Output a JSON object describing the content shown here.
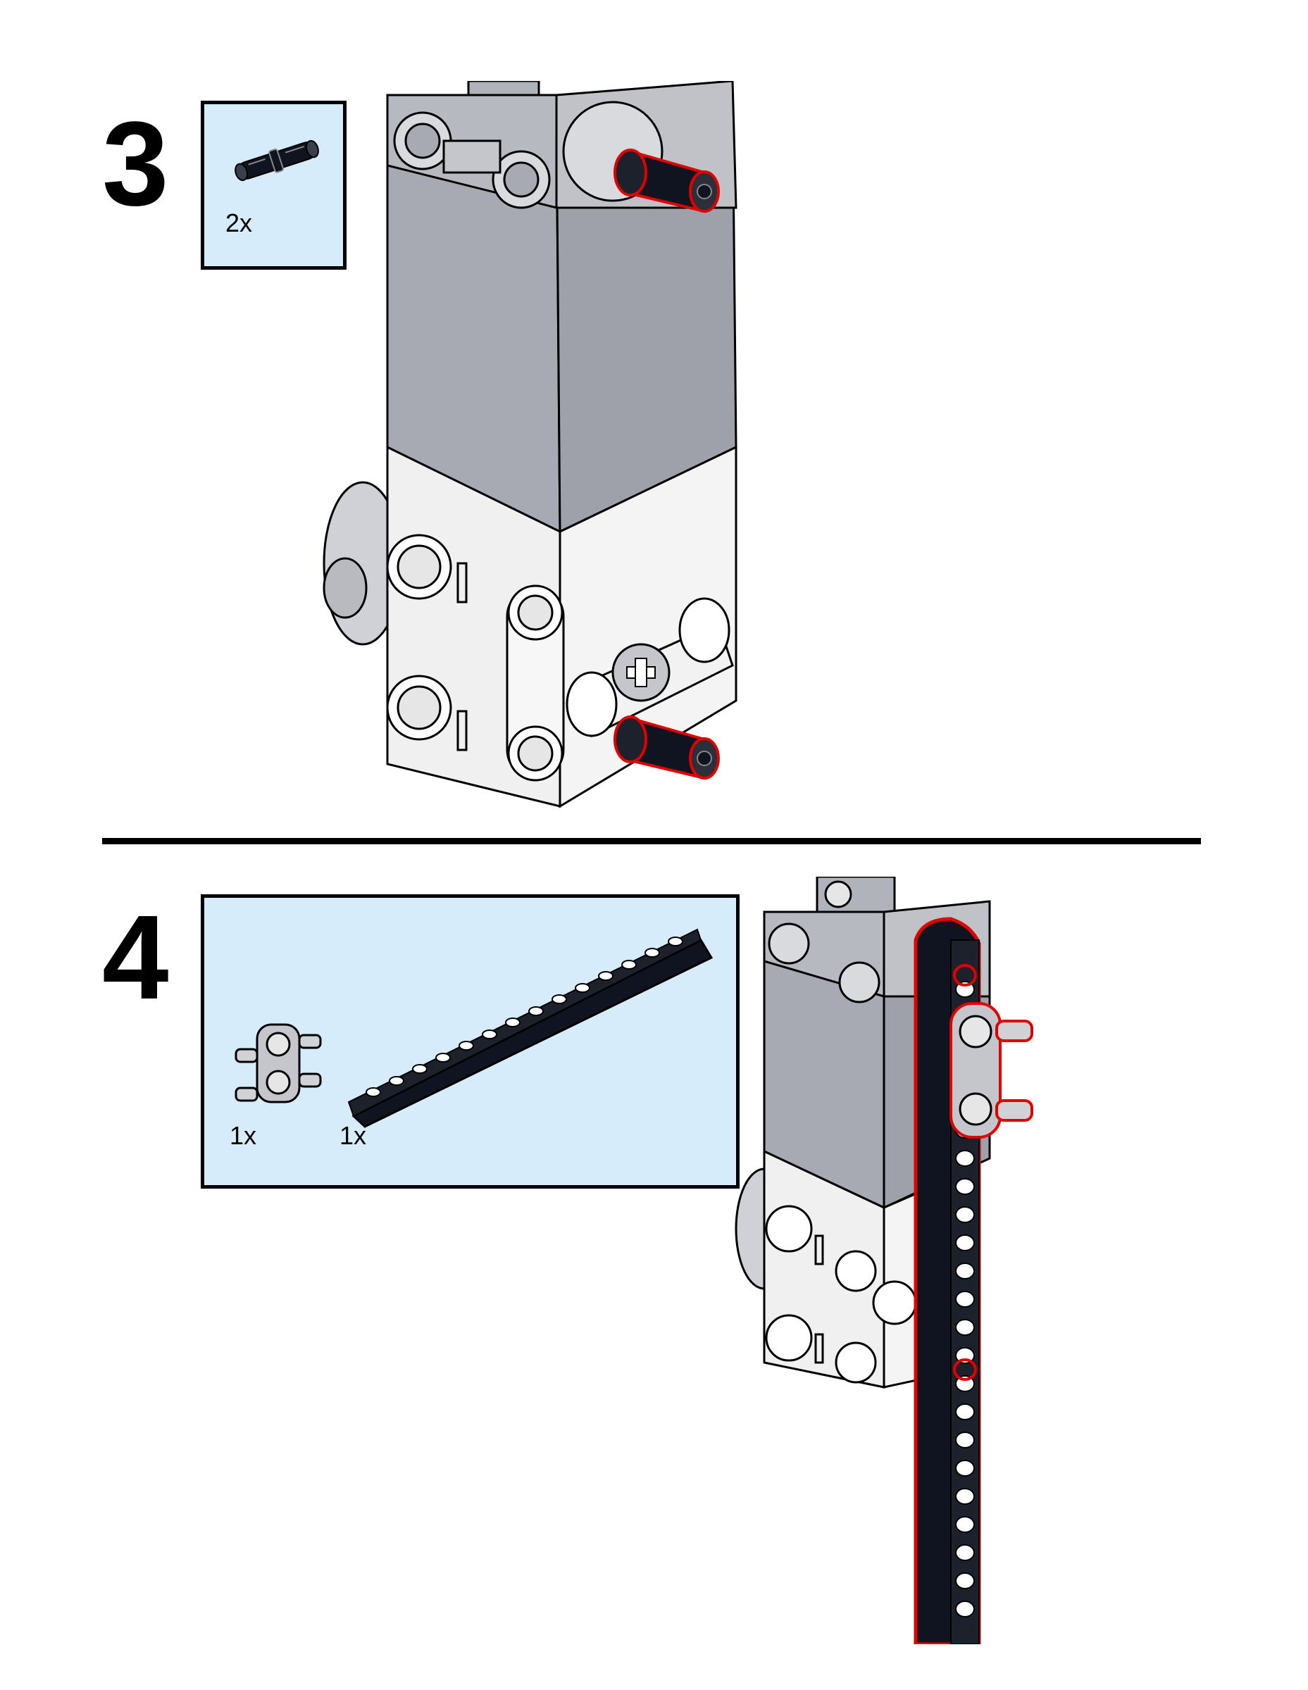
{
  "steps": [
    {
      "number": "3",
      "parts": [
        {
          "quantity": "2x",
          "part": "pin-icon"
        }
      ]
    },
    {
      "number": "4",
      "parts": [
        {
          "quantity": "1x",
          "part": "double-pin-connector-icon"
        },
        {
          "quantity": "1x",
          "part": "beam-icon"
        }
      ]
    }
  ],
  "colors": {
    "callout_background": "#d6ecfb",
    "highlight": "#e00000",
    "motor_gray": "#a7aab3",
    "motor_white": "#f0f0f0",
    "part_black": "#0f1420"
  }
}
